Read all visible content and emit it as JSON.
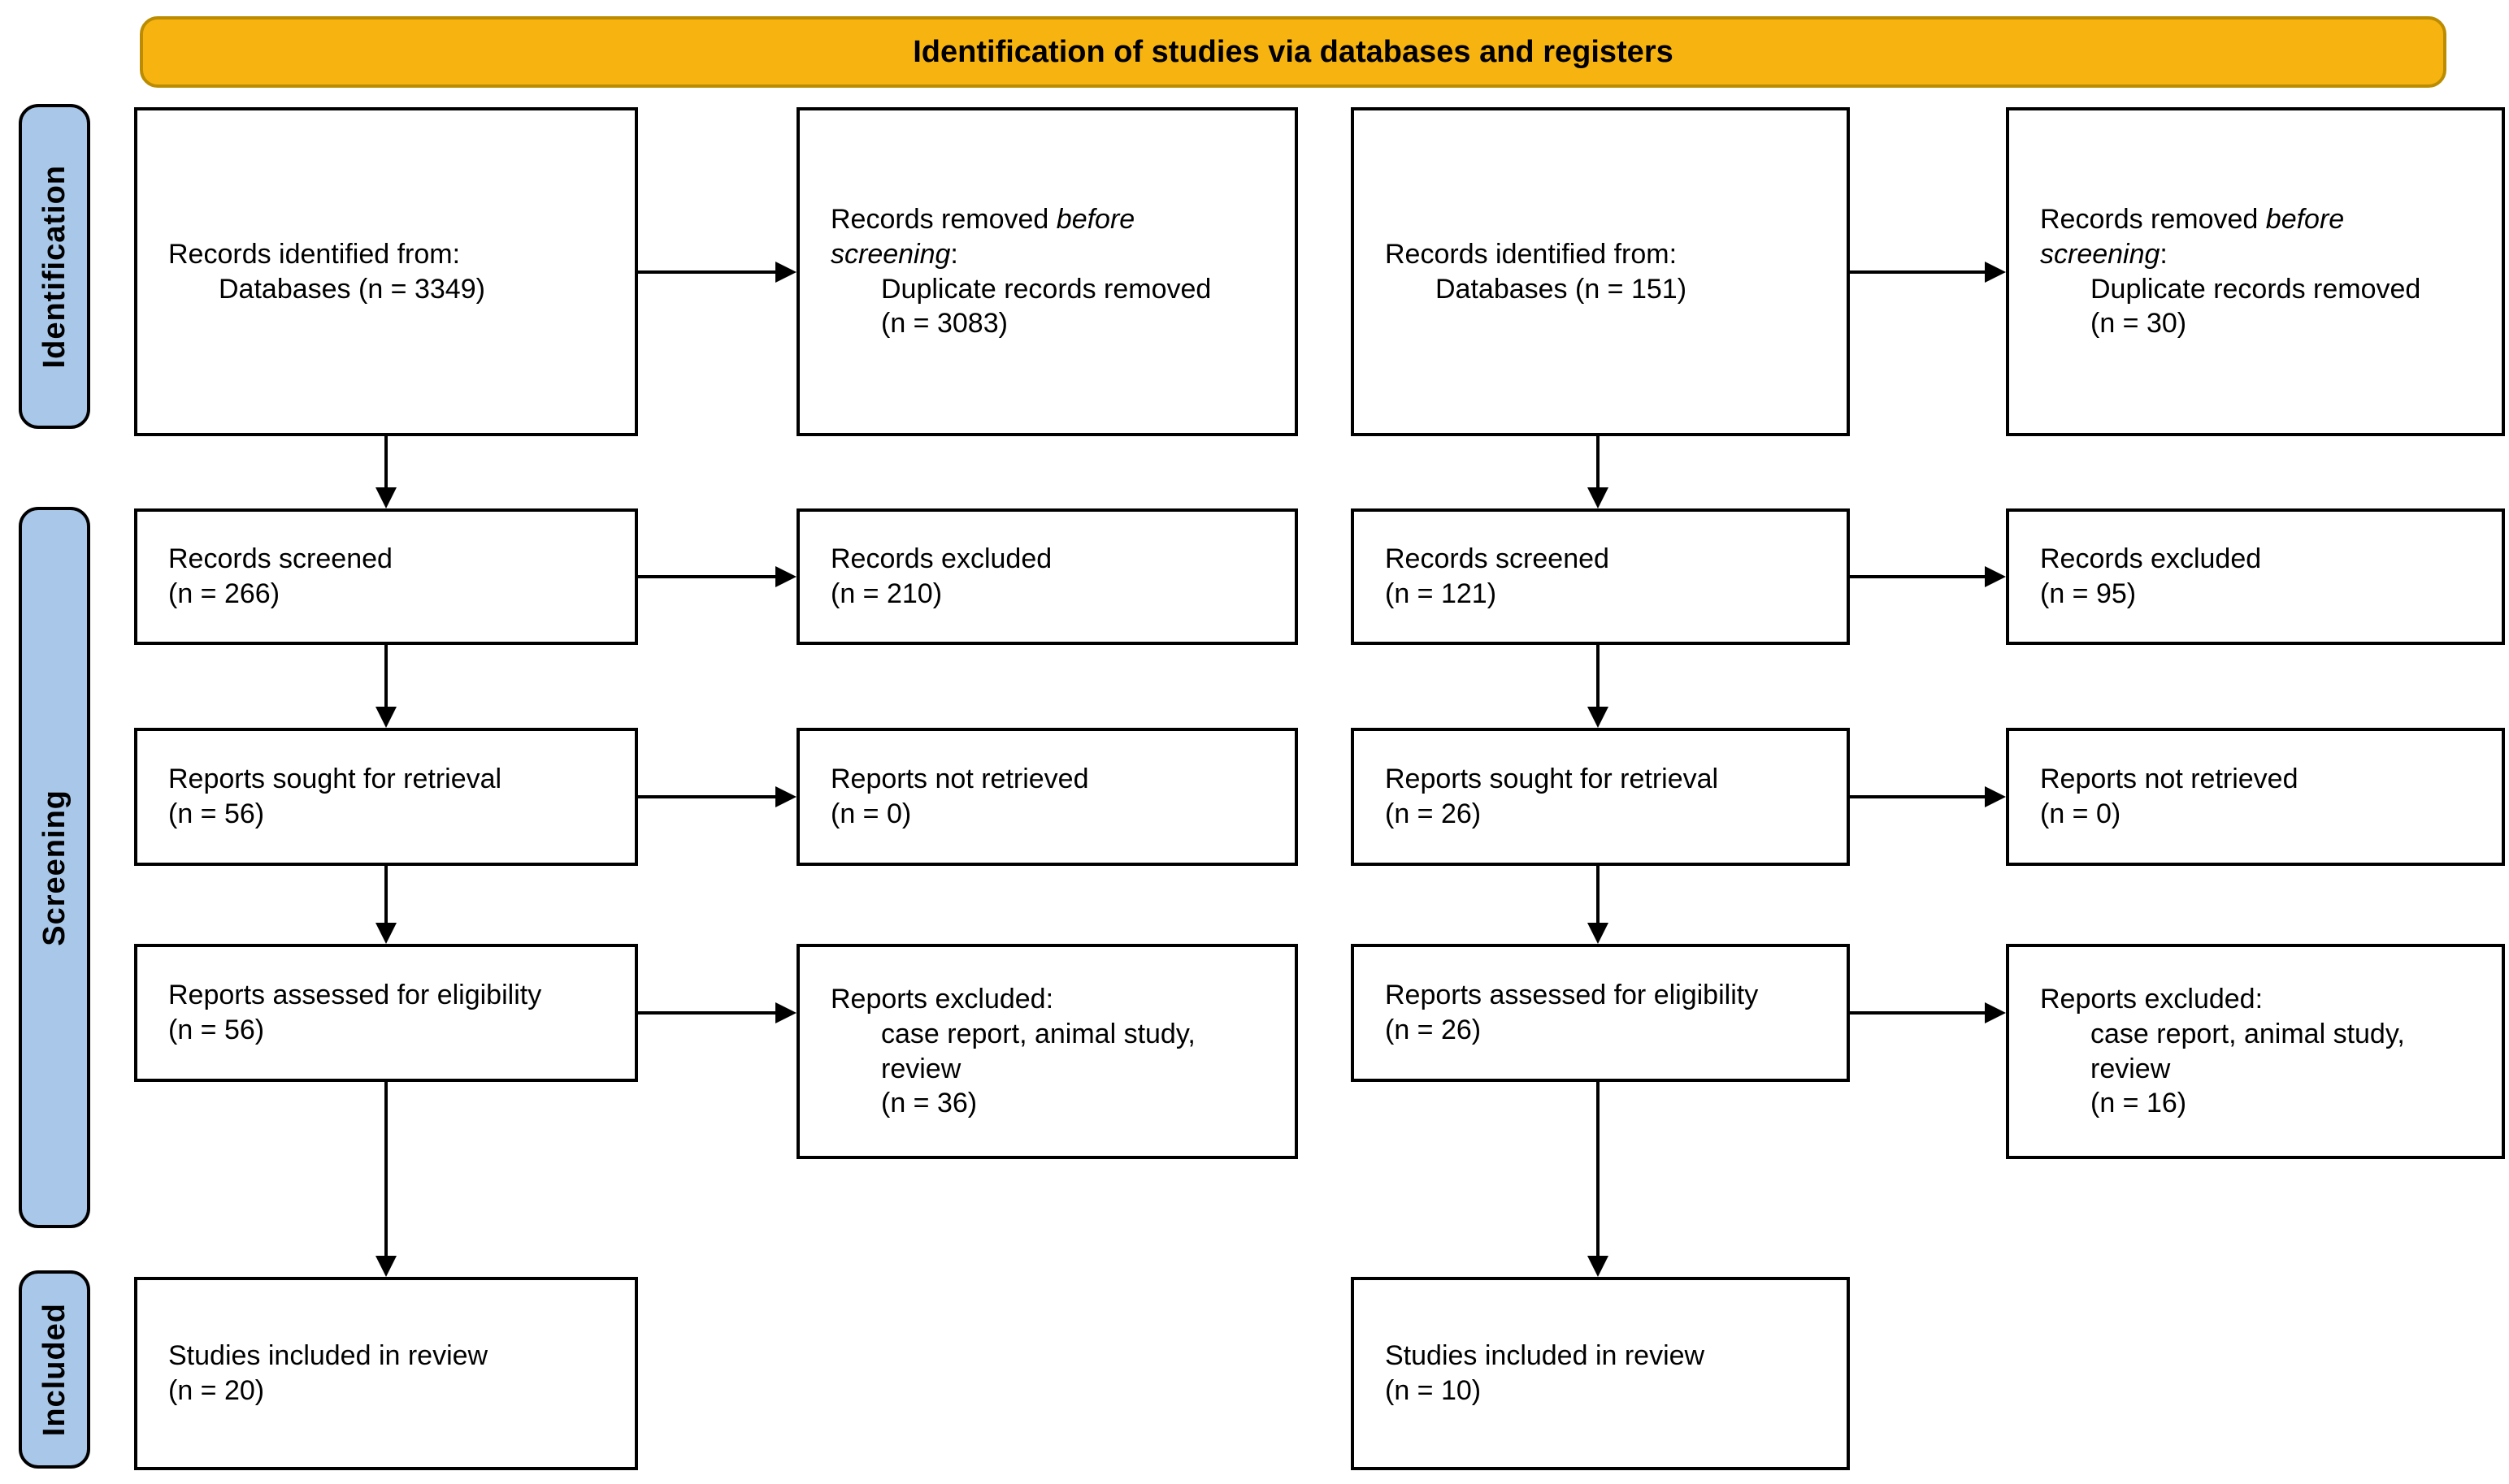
{
  "banner": {
    "title": "Identification of studies via databases and registers"
  },
  "stages": {
    "identification": "Identification",
    "screening": "Screening",
    "included": "Included"
  },
  "colors": {
    "background": "#FFFFFF",
    "text": "#000000",
    "banner_fill": "#F7B411",
    "banner_border": "#BB8C00",
    "stage_fill": "#A9C7E8",
    "stage_border": "#000000",
    "box_fill": "#FFFFFF",
    "box_border": "#000000",
    "arrow": "#000000"
  },
  "flow1": {
    "identified": {
      "lines": [
        {
          "indent": false,
          "segments": [
            {
              "text": "Records identified from:"
            }
          ]
        },
        {
          "indent": true,
          "segments": [
            {
              "text": "Databases (n = 3349)"
            }
          ]
        }
      ]
    },
    "removed_before_screening": {
      "lines": [
        {
          "indent": false,
          "segments": [
            {
              "text": "Records removed "
            },
            {
              "text": "before",
              "italic": true
            }
          ]
        },
        {
          "indent": false,
          "segments": [
            {
              "text": "screening",
              "italic": true
            },
            {
              "text": ":"
            }
          ]
        },
        {
          "indent": true,
          "segments": [
            {
              "text": "Duplicate records removed"
            }
          ]
        },
        {
          "indent": true,
          "segments": [
            {
              "text": "(n = 3083)"
            }
          ]
        }
      ]
    },
    "screened": {
      "lines": [
        {
          "indent": false,
          "segments": [
            {
              "text": "Records screened"
            }
          ]
        },
        {
          "indent": false,
          "segments": [
            {
              "text": "(n = 266)"
            }
          ]
        }
      ]
    },
    "records_excluded": {
      "lines": [
        {
          "indent": false,
          "segments": [
            {
              "text": "Records excluded"
            }
          ]
        },
        {
          "indent": false,
          "segments": [
            {
              "text": "(n = 210)"
            }
          ]
        }
      ]
    },
    "reports_sought": {
      "lines": [
        {
          "indent": false,
          "segments": [
            {
              "text": "Reports sought for retrieval"
            }
          ]
        },
        {
          "indent": false,
          "segments": [
            {
              "text": "(n = 56)"
            }
          ]
        }
      ]
    },
    "reports_not_retrieved": {
      "lines": [
        {
          "indent": false,
          "segments": [
            {
              "text": "Reports not retrieved"
            }
          ]
        },
        {
          "indent": false,
          "segments": [
            {
              "text": "(n = 0)"
            }
          ]
        }
      ]
    },
    "reports_assessed": {
      "lines": [
        {
          "indent": false,
          "segments": [
            {
              "text": "Reports assessed for eligibility"
            }
          ]
        },
        {
          "indent": false,
          "segments": [
            {
              "text": "(n = 56)"
            }
          ]
        }
      ]
    },
    "reports_excluded": {
      "lines": [
        {
          "indent": false,
          "segments": [
            {
              "text": "Reports excluded:"
            }
          ]
        },
        {
          "indent": true,
          "segments": [
            {
              "text": "case report, animal study,"
            }
          ]
        },
        {
          "indent": true,
          "segments": [
            {
              "text": "review"
            }
          ]
        },
        {
          "indent": true,
          "segments": [
            {
              "text": "(n = 36)"
            }
          ]
        }
      ]
    },
    "studies_included": {
      "lines": [
        {
          "indent": false,
          "segments": [
            {
              "text": "Studies included in review"
            }
          ]
        },
        {
          "indent": false,
          "segments": [
            {
              "text": "(n = 20)"
            }
          ]
        }
      ]
    }
  },
  "flow2": {
    "identified": {
      "lines": [
        {
          "indent": false,
          "segments": [
            {
              "text": "Records identified from:"
            }
          ]
        },
        {
          "indent": true,
          "segments": [
            {
              "text": "Databases (n = 151)"
            }
          ]
        }
      ]
    },
    "removed_before_screening": {
      "lines": [
        {
          "indent": false,
          "segments": [
            {
              "text": "Records removed "
            },
            {
              "text": "before",
              "italic": true
            }
          ]
        },
        {
          "indent": false,
          "segments": [
            {
              "text": "screening",
              "italic": true
            },
            {
              "text": ":"
            }
          ]
        },
        {
          "indent": true,
          "segments": [
            {
              "text": "Duplicate records removed"
            }
          ]
        },
        {
          "indent": true,
          "segments": [
            {
              "text": "(n = 30)"
            }
          ]
        }
      ]
    },
    "screened": {
      "lines": [
        {
          "indent": false,
          "segments": [
            {
              "text": "Records screened"
            }
          ]
        },
        {
          "indent": false,
          "segments": [
            {
              "text": "(n = 121)"
            }
          ]
        }
      ]
    },
    "records_excluded": {
      "lines": [
        {
          "indent": false,
          "segments": [
            {
              "text": "Records excluded"
            }
          ]
        },
        {
          "indent": false,
          "segments": [
            {
              "text": "(n = 95)"
            }
          ]
        }
      ]
    },
    "reports_sought": {
      "lines": [
        {
          "indent": false,
          "segments": [
            {
              "text": "Reports sought for retrieval"
            }
          ]
        },
        {
          "indent": false,
          "segments": [
            {
              "text": "(n = 26)"
            }
          ]
        }
      ]
    },
    "reports_not_retrieved": {
      "lines": [
        {
          "indent": false,
          "segments": [
            {
              "text": "Reports not retrieved"
            }
          ]
        },
        {
          "indent": false,
          "segments": [
            {
              "text": "(n = 0)"
            }
          ]
        }
      ]
    },
    "reports_assessed": {
      "lines": [
        {
          "indent": false,
          "segments": [
            {
              "text": "Reports assessed for eligibility"
            }
          ]
        },
        {
          "indent": false,
          "segments": [
            {
              "text": "(n = 26)"
            }
          ]
        }
      ]
    },
    "reports_excluded": {
      "lines": [
        {
          "indent": false,
          "segments": [
            {
              "text": "Reports excluded:"
            }
          ]
        },
        {
          "indent": true,
          "segments": [
            {
              "text": "case report, animal study,"
            }
          ]
        },
        {
          "indent": true,
          "segments": [
            {
              "text": "review"
            }
          ]
        },
        {
          "indent": true,
          "segments": [
            {
              "text": "(n = 16)"
            }
          ]
        }
      ]
    },
    "studies_included": {
      "lines": [
        {
          "indent": false,
          "segments": [
            {
              "text": "Studies included in review"
            }
          ]
        },
        {
          "indent": false,
          "segments": [
            {
              "text": "(n = 10)"
            }
          ]
        }
      ]
    }
  }
}
